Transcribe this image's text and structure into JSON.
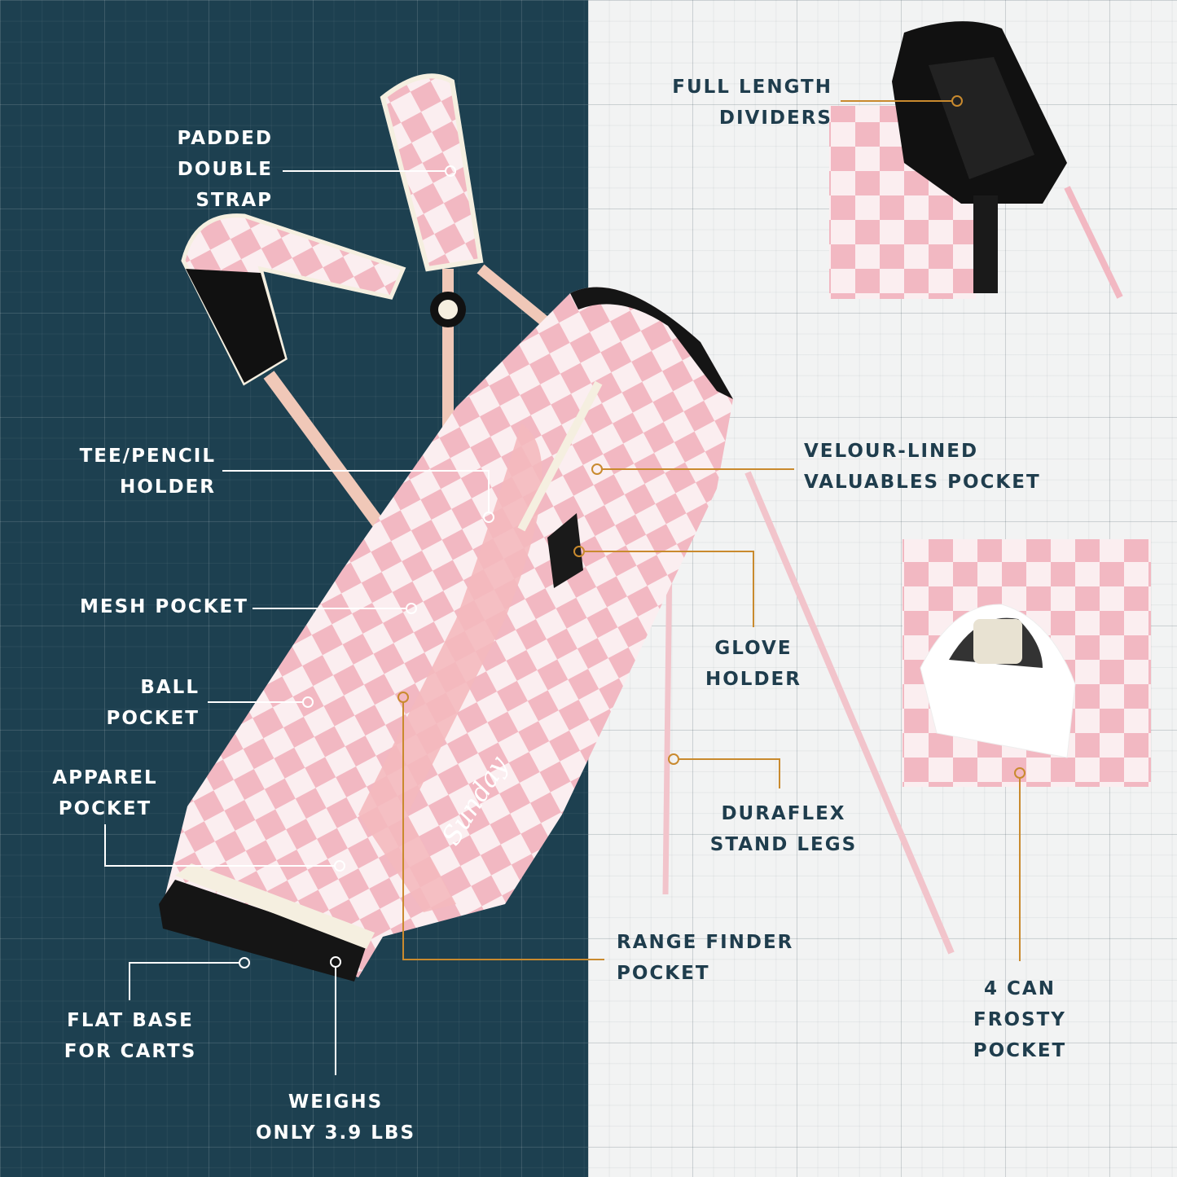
{
  "colors": {
    "left_bg": "#1d4050",
    "right_bg": "#f2f3f3",
    "accent_line": "#c98a2e",
    "label_dark": "#1f3d4d",
    "bag_pink": "#f2b8c2"
  },
  "bag_brand": "Sunday",
  "callouts": {
    "padded_strap": [
      "PADDED",
      "DOUBLE",
      "STRAP"
    ],
    "tee_pencil": [
      "TEE/PENCIL",
      "HOLDER"
    ],
    "mesh_pocket": [
      "MESH POCKET"
    ],
    "ball_pocket": [
      "BALL",
      "POCKET"
    ],
    "apparel_pocket": [
      "APPAREL",
      "POCKET"
    ],
    "flat_base": [
      "FLAT BASE",
      "FOR CARTS"
    ],
    "weighs": [
      "WEIGHS",
      "ONLY 3.9 LBS"
    ],
    "range_finder": [
      "RANGE FINDER",
      "POCKET"
    ],
    "dividers": [
      "FULL LENGTH",
      "DIVIDERS"
    ],
    "velour": [
      "VELOUR-LINED",
      "VALUABLES POCKET"
    ],
    "glove": [
      "GLOVE",
      "HOLDER"
    ],
    "duraflex": [
      "DURAFLEX",
      "STAND LEGS"
    ],
    "frosty": [
      "4 CAN",
      "FROSTY",
      "POCKET"
    ]
  }
}
